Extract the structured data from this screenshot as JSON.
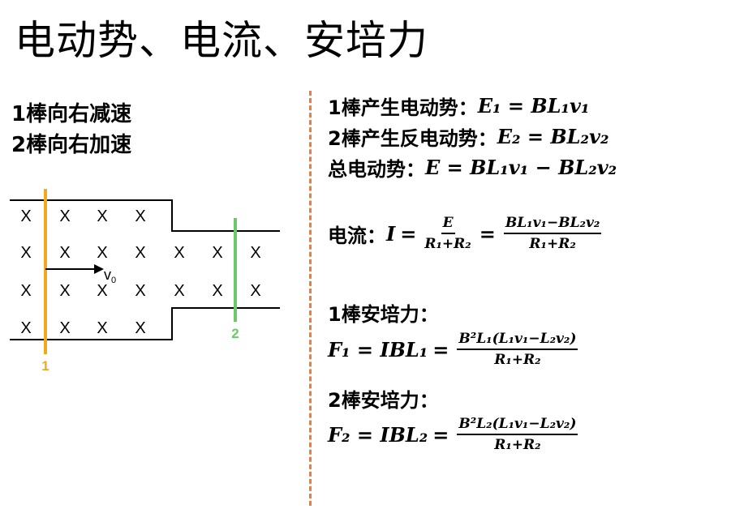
{
  "title": "电动势、电流、安培力",
  "left": {
    "line1": "1棒向右减速",
    "line2": "2棒向右加速"
  },
  "diagram": {
    "field_mark": "X",
    "velocity_label": "v",
    "velocity_sub": "0",
    "rod1_label": "1",
    "rod2_label": "2",
    "colors": {
      "rod1": "#f0a91e",
      "rod2": "#6cc96b",
      "divider": "#ee7d31",
      "text": "#000000"
    }
  },
  "equations": {
    "emf1_label": "1棒产生电动势：",
    "emf1_formula": "E₁ = BL₁v₁",
    "emf2_label": "2棒产生反电动势：",
    "emf2_formula": "E₂ = BL₂v₂",
    "emf_total_label": "总电动势：",
    "emf_total_formula": "E = BL₁v₁ − BL₂v₂",
    "current_label": "电流：",
    "current_lhs": "I",
    "current_f1_num": "E",
    "current_f1_den": "R₁+R₂",
    "current_f2_num": "BL₁v₁−BL₂v₂",
    "current_f2_den": "R₁+R₂",
    "force1_label": "1棒安培力：",
    "force1_lhs": "F₁ = IBL₁",
    "force1_num": "B²L₁(L₁v₁−L₂v₂)",
    "force1_den": "R₁+R₂",
    "force2_label": "2棒安培力：",
    "force2_lhs": "F₂ = IBL₂",
    "force2_num": "B²L₂(L₁v₁−L₂v₂)",
    "force2_den": "R₁+R₂"
  }
}
